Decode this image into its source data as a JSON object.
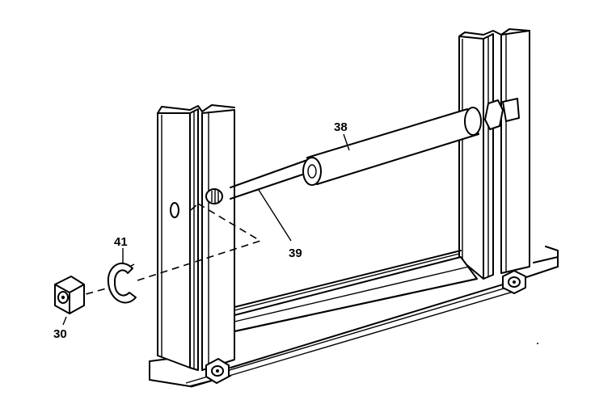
{
  "callouts": {
    "part_38": "38",
    "part_39": "39",
    "part_41": "41",
    "part_30": "30"
  },
  "colors": {
    "line": "#000000",
    "background": "#ffffff"
  }
}
